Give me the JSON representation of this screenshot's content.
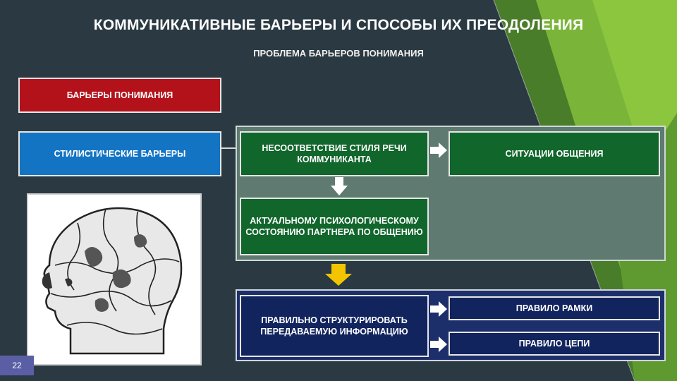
{
  "title": "КОММУНИКАТИВНЫЕ БАРЬЕРЫ И СПОСОБЫ ИХ ПРЕОДОЛЕНИЯ",
  "subtitle": "ПРОБЛЕМА БАРЬЕРОВ ПОНИМАНИЯ",
  "boxes": {
    "barriers_understanding": "БАРЬЕРЫ ПОНИМАНИЯ",
    "stylistic_barriers": "СТИЛИСТИЧЕСКИЕ БАРЬЕРЫ",
    "style_mismatch": "НЕСООТВЕТСТВИЕ СТИЛЯ РЕЧИ КОММУНИКАНТА",
    "communication_situation": "СИТУАЦИИ ОБЩЕНИЯ",
    "psych_state": "АКТУАЛЬНОМУ ПСИХОЛОГИЧЕСКОМУ СОСТОЯНИЮ ПАРТНЕРА ПО ОБЩЕНИЮ",
    "structure_info": "ПРАВИЛЬНО СТРУКТУРИРОВАТЬ ПЕРЕДАВАЕМУЮ ИНФОРМАЦИЮ",
    "frame_rule": "ПРАВИЛО РАМКИ",
    "chain_rule": "ПРАВИЛО ЦЕПИ"
  },
  "page_number": "22",
  "colors": {
    "background": "#2b3a42",
    "red": "#b4121b",
    "blue": "#1474c4",
    "green": "#11662b",
    "navy": "#12245e",
    "accent_green": "#8cc63f",
    "arrow_yellow": "#f2c500"
  },
  "icons": [
    "puzzle-head-illustration",
    "arrow-right-icon",
    "arrow-down-icon"
  ]
}
